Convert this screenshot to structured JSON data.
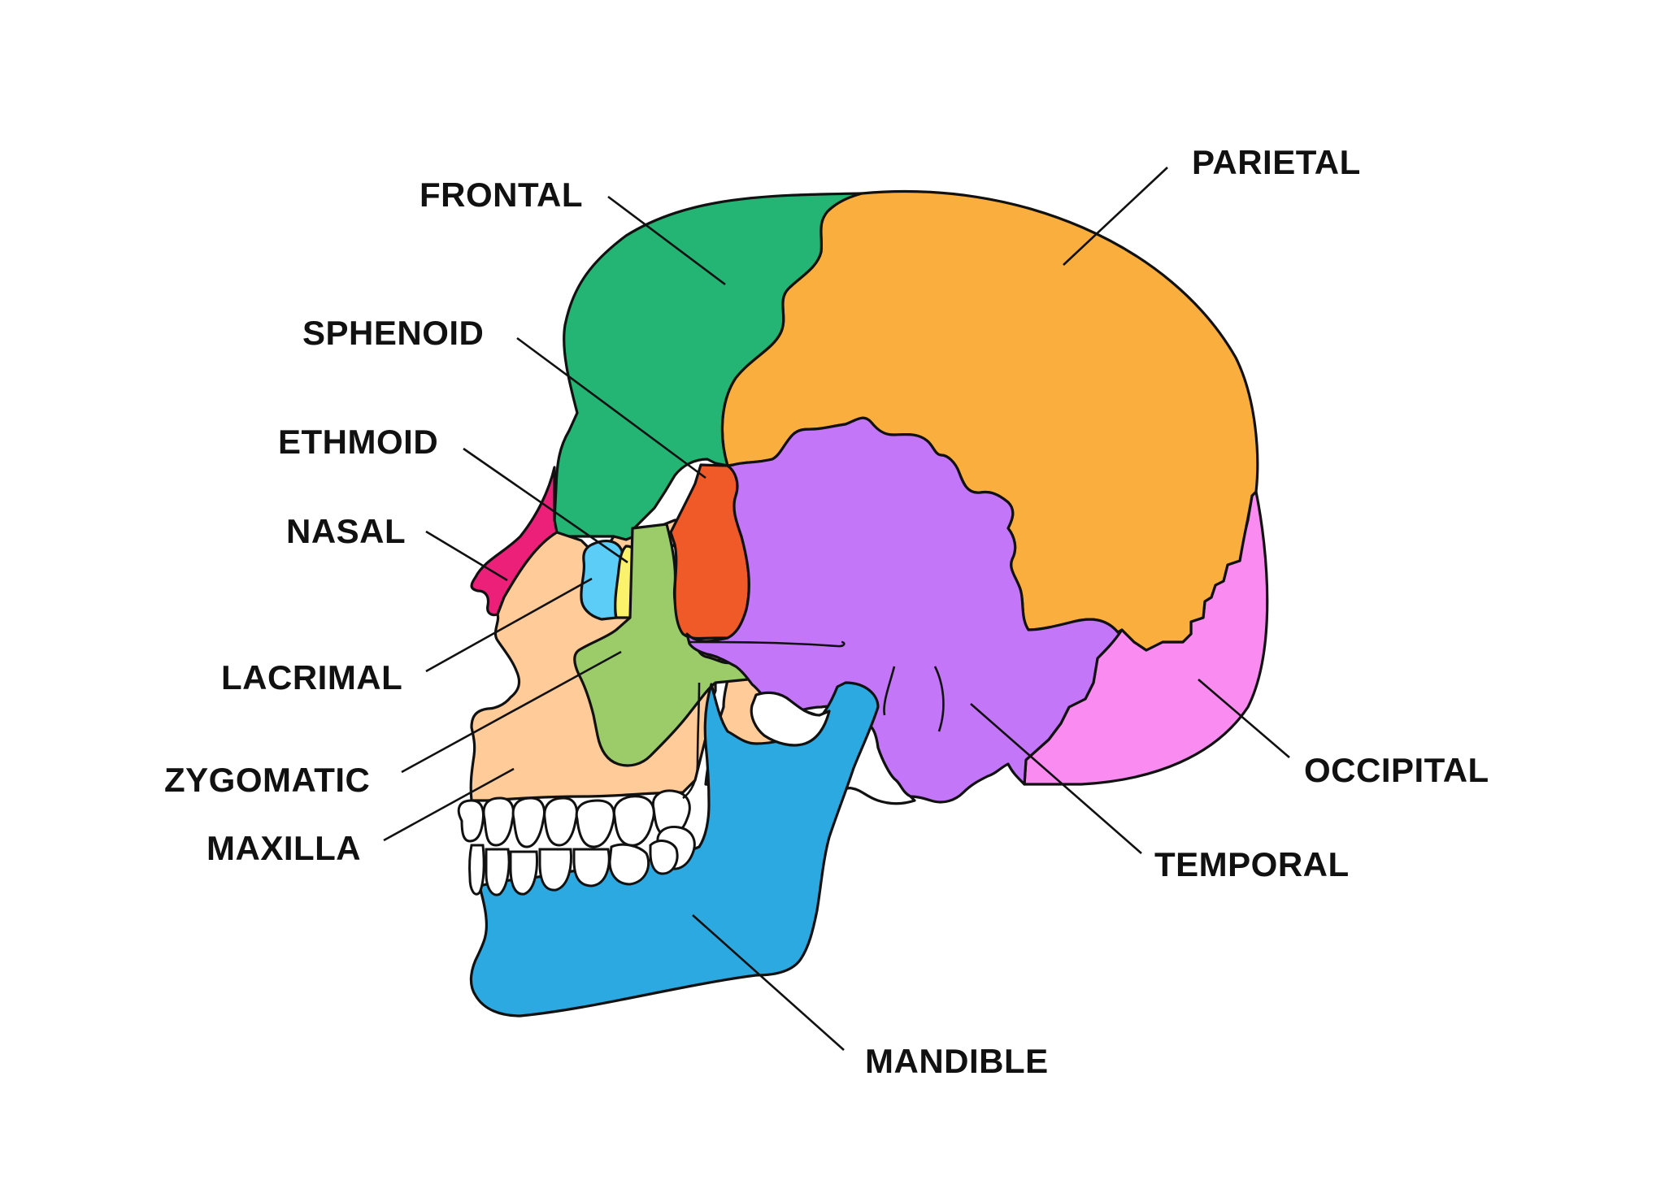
{
  "labels": {
    "frontal": "FRONTAL",
    "parietal": "PARIETAL",
    "sphenoid": "SPHENOID",
    "ethmoid": "ETHMOID",
    "nasal": "NASAL",
    "lacrimal": "LACRIMAL",
    "zygomatic": "ZYGOMATIC",
    "maxilla": "MAXILLA",
    "occipital": "OCCIPITAL",
    "temporal": "TEMPORAL",
    "mandible": "MANDIBLE"
  },
  "colors": {
    "frontal": "#24B473",
    "parietal": "#F9AE3E",
    "sphenoid": "#F05A28",
    "ethmoid": "#FAF26A",
    "nasal": "#EC2079",
    "lacrimal": "#5BCDF7",
    "zygomatic": "#9CCC6A",
    "maxilla": "#FFCB99",
    "occipital": "#F98BF1",
    "temporal": "#C476F8",
    "mandible": "#2CA9E1",
    "teeth": "#FFFFFF",
    "outline": "#111111"
  }
}
